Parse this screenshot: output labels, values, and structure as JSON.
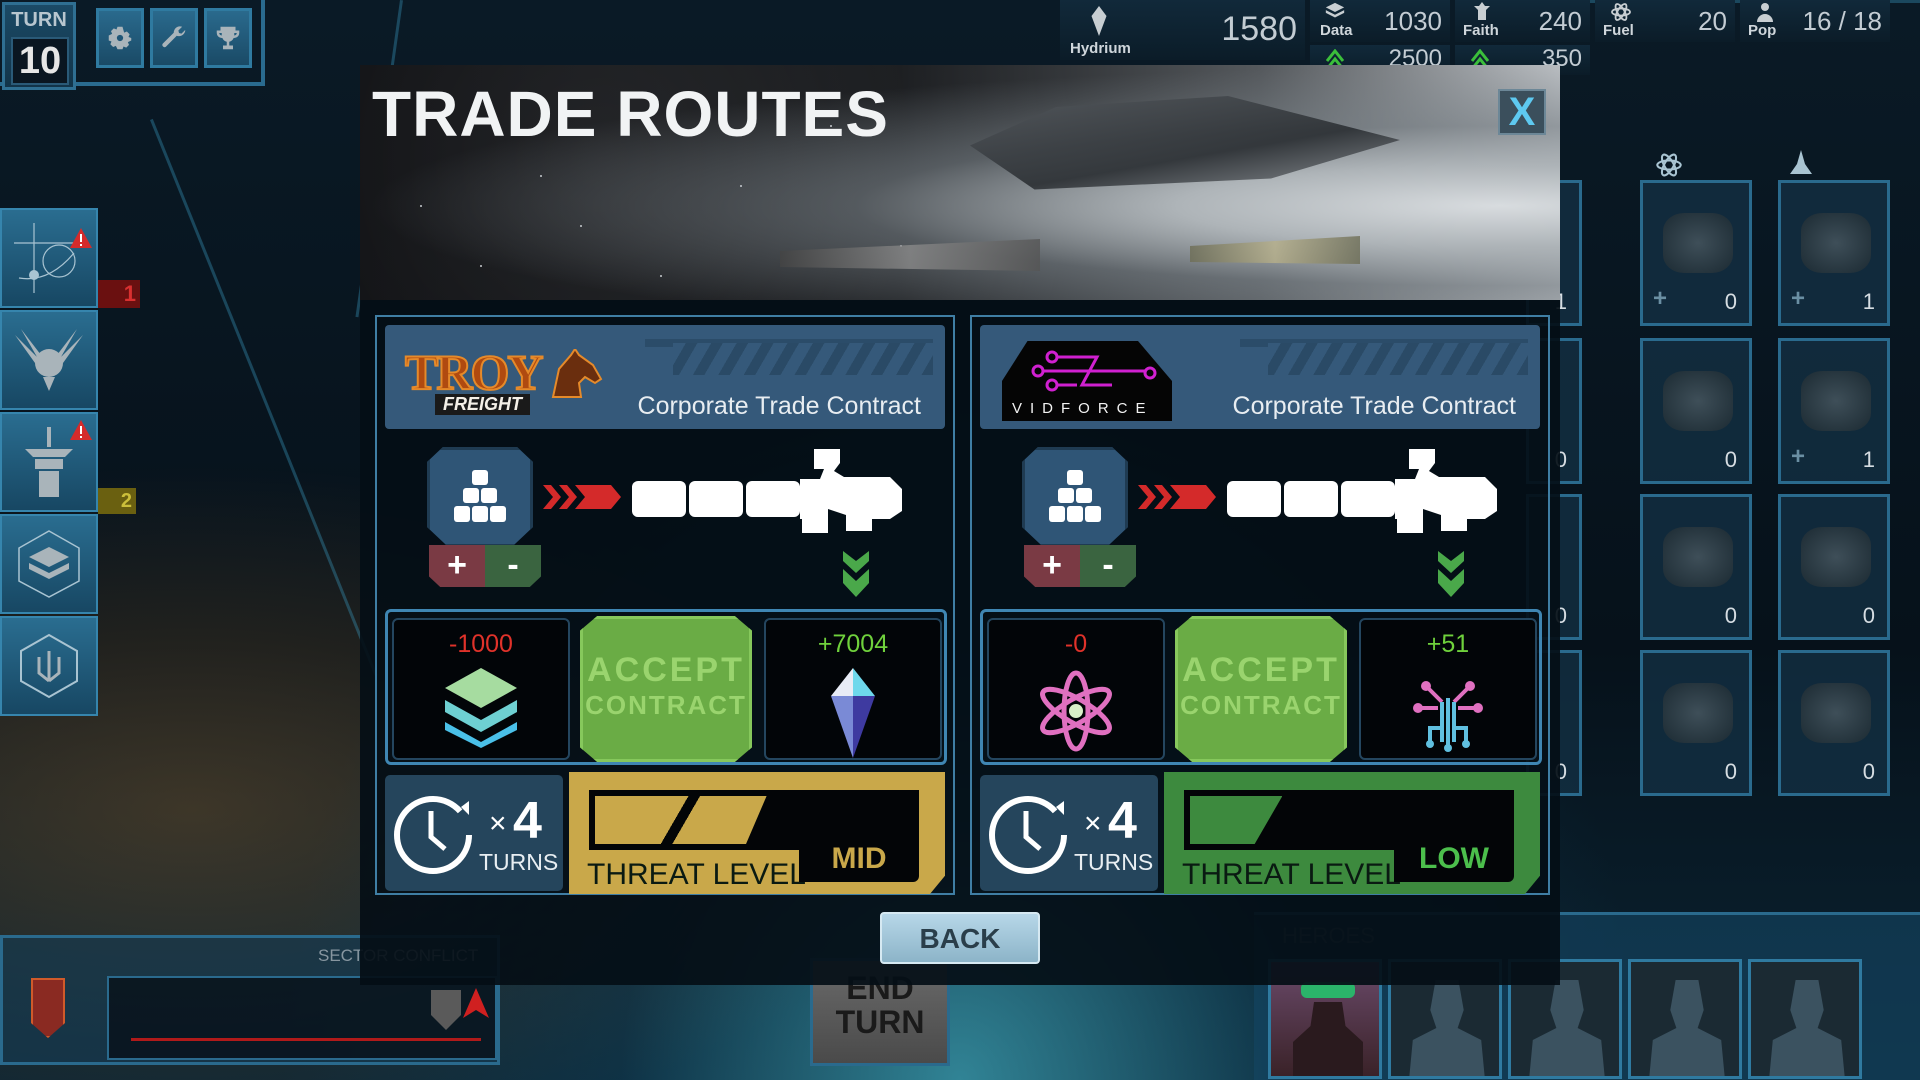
{
  "hud": {
    "turn_label": "TURN",
    "turn_value": "10",
    "buttons": [
      {
        "name": "settings",
        "icon": "gear-icon"
      },
      {
        "name": "tools",
        "icon": "wrench-icon"
      },
      {
        "name": "achievements",
        "icon": "trophy-icon"
      }
    ],
    "resources": {
      "hydrium": {
        "label": "Hydrium",
        "value": "1580",
        "icon": "crystal-icon"
      },
      "data": {
        "label": "Data",
        "value": "1030",
        "income": "2500",
        "icon": "data-stack-icon"
      },
      "faith": {
        "label": "Faith",
        "value": "240",
        "income": "350",
        "icon": "faith-icon"
      },
      "fuel": {
        "label": "Fuel",
        "value": "20",
        "icon": "atom-icon"
      },
      "pop": {
        "label": "Pop",
        "value": "16 / 18",
        "icon": "person-icon"
      }
    }
  },
  "sidebar": {
    "items": [
      {
        "name": "star-map",
        "icon": "star-map-icon",
        "alert": true
      },
      {
        "name": "military",
        "icon": "winged-emblem-icon",
        "alert": false
      },
      {
        "name": "station",
        "icon": "station-icon",
        "alert": true
      },
      {
        "name": "data",
        "icon": "data-stack-icon",
        "alert": false
      },
      {
        "name": "tech",
        "icon": "circuit-shield-icon",
        "alert": false
      }
    ],
    "flags": [
      {
        "label": "1",
        "color": "#b01e1e"
      },
      {
        "label": "2",
        "color": "#b5a62a"
      }
    ]
  },
  "fleet_grid": {
    "header_icons": [
      "atom-icon",
      "ship-icon"
    ],
    "cells": [
      {
        "count": "1",
        "plus": false
      },
      {
        "count": "0",
        "plus": true
      },
      {
        "count": "1",
        "plus": true
      },
      {
        "count": "0",
        "plus": false
      },
      {
        "count": "0",
        "plus": false
      },
      {
        "count": "1",
        "plus": true
      },
      {
        "count": "0",
        "plus": false
      },
      {
        "count": "0",
        "plus": false
      },
      {
        "count": "0",
        "plus": false
      },
      {
        "count": "0",
        "plus": false
      },
      {
        "count": "0",
        "plus": false
      },
      {
        "count": "0",
        "plus": false
      }
    ]
  },
  "modal": {
    "title": "TRADE ROUTES",
    "close_label": "X",
    "back_label": "BACK",
    "contracts": [
      {
        "company": "TROY",
        "company_sub": "FREIGHT",
        "subtitle": "Corporate Trade Contract",
        "cost": "-1000",
        "cost_resource": "data-stack-icon",
        "cost_color": "#e0322a",
        "accept_line1": "ACCEPT",
        "accept_line2": "CONTRACT",
        "reward": "+7004",
        "reward_resource": "hydrium-crystal-icon",
        "reward_color": "#6fd13c",
        "turns_multiplier": "×",
        "turns": "4",
        "turns_label": "TURNS",
        "threat_label": "THREAT LEVEL",
        "threat_level": "MID",
        "threat_color": "#c9a84a",
        "threat_fill_pct": 52
      },
      {
        "company": "VIDFORCE",
        "company_sub": "",
        "subtitle": "Corporate Trade Contract",
        "cost": "-0",
        "cost_resource": "atom-icon",
        "cost_color": "#e0322a",
        "accept_line1": "ACCEPT",
        "accept_line2": "CONTRACT",
        "reward": "+51",
        "reward_resource": "faith-icon",
        "reward_color": "#6fd13c",
        "turns_multiplier": "×",
        "turns": "4",
        "turns_label": "TURNS",
        "threat_label": "THREAT LEVEL",
        "threat_level": "LOW",
        "threat_color": "#3d8a3e",
        "threat_fill_pct": 28
      }
    ]
  },
  "bottom": {
    "sector_conflict_label": "SECTOR CONFLICT",
    "end_turn_line1": "END",
    "end_turn_line2": "TURN",
    "heroes_label": "HEROES",
    "hero_slots": [
      "filled",
      "empty",
      "empty",
      "empty",
      "empty"
    ]
  }
}
